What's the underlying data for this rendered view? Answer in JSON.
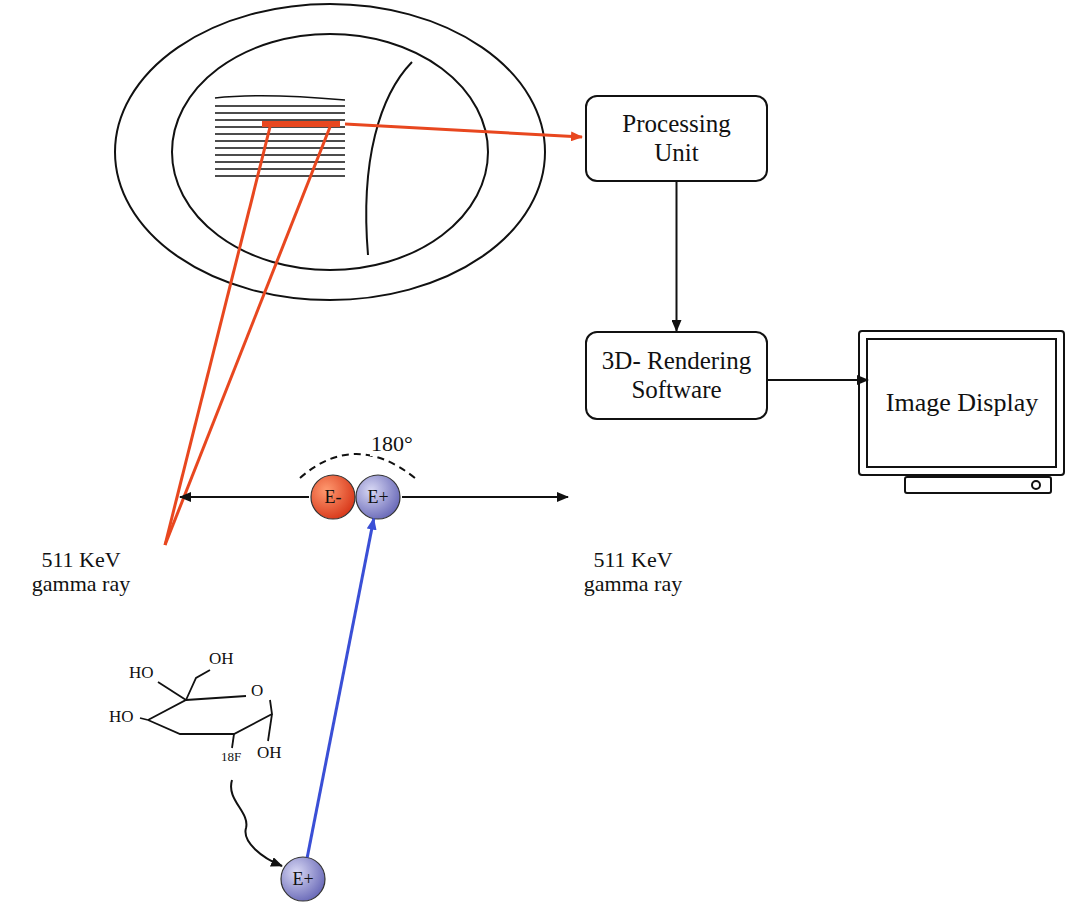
{
  "diagram": {
    "nodes": [
      {
        "text": [
          "Processing Unit"
        ]
      },
      {
        "text": [
          "3D- Rendering Software"
        ]
      },
      {
        "text": [
          "Image Display"
        ]
      },
      {
        "text": [
          "E-"
        ]
      },
      {
        "text": [
          "E+"
        ]
      },
      {
        "text": [
          "E+"
        ]
      }
    ],
    "edges": [
      {
        "from": 0,
        "to": 1,
        "arrow": "to"
      },
      {
        "from": 1,
        "to": 2,
        "arrow": "to"
      },
      {
        "from": 5,
        "to": 4,
        "arrow": "to"
      }
    ],
    "labels": [
      "180°",
      "511 KeV gamma ray",
      "511 KeV gamma ray",
      "OH",
      "HO",
      "HO",
      "O",
      "18F",
      "OH"
    ]
  }
}
